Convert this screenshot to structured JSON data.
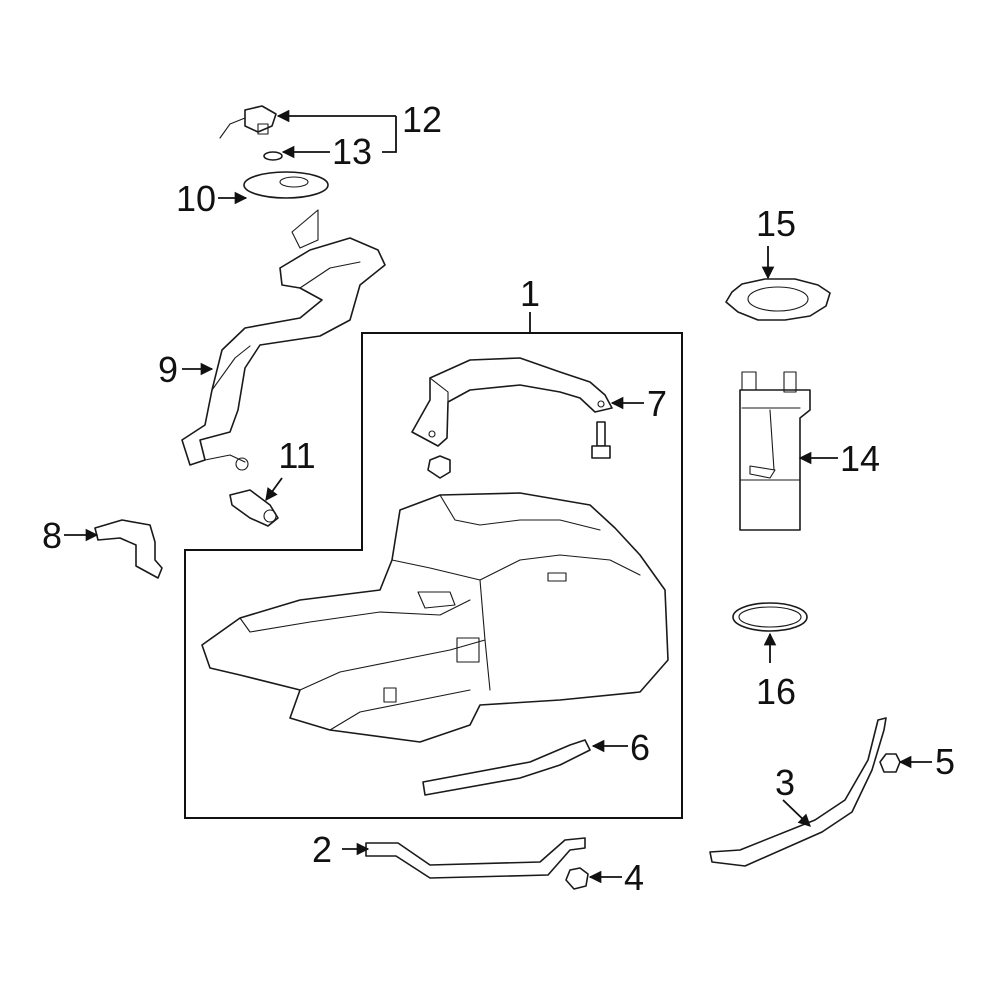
{
  "diagram": {
    "highlight_color": "#2e4fb8",
    "callouts": {
      "c1": "1",
      "c2": "2",
      "c3": "3",
      "c4": "4",
      "c5": "5",
      "c6": "6",
      "c7": "7",
      "c8": "8",
      "c9": "9",
      "c10": "10",
      "c11": "11",
      "c12": "12",
      "c13": "13",
      "c14": "14",
      "c15": "15",
      "c16": "16"
    }
  }
}
